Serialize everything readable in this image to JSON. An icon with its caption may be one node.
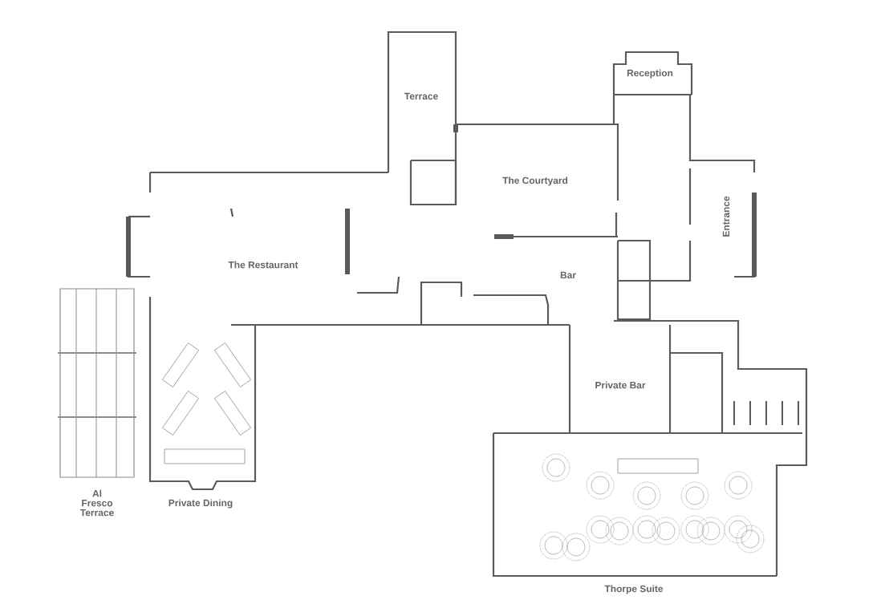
{
  "diagram": {
    "labels": [
      "Terrace",
      "Reception",
      "The Courtyard",
      "Entrance",
      "The Restaurant",
      "Bar",
      "Private Bar",
      "Al Fresco Terrace",
      "Private Dining",
      "Thorpe Suite"
    ]
  }
}
